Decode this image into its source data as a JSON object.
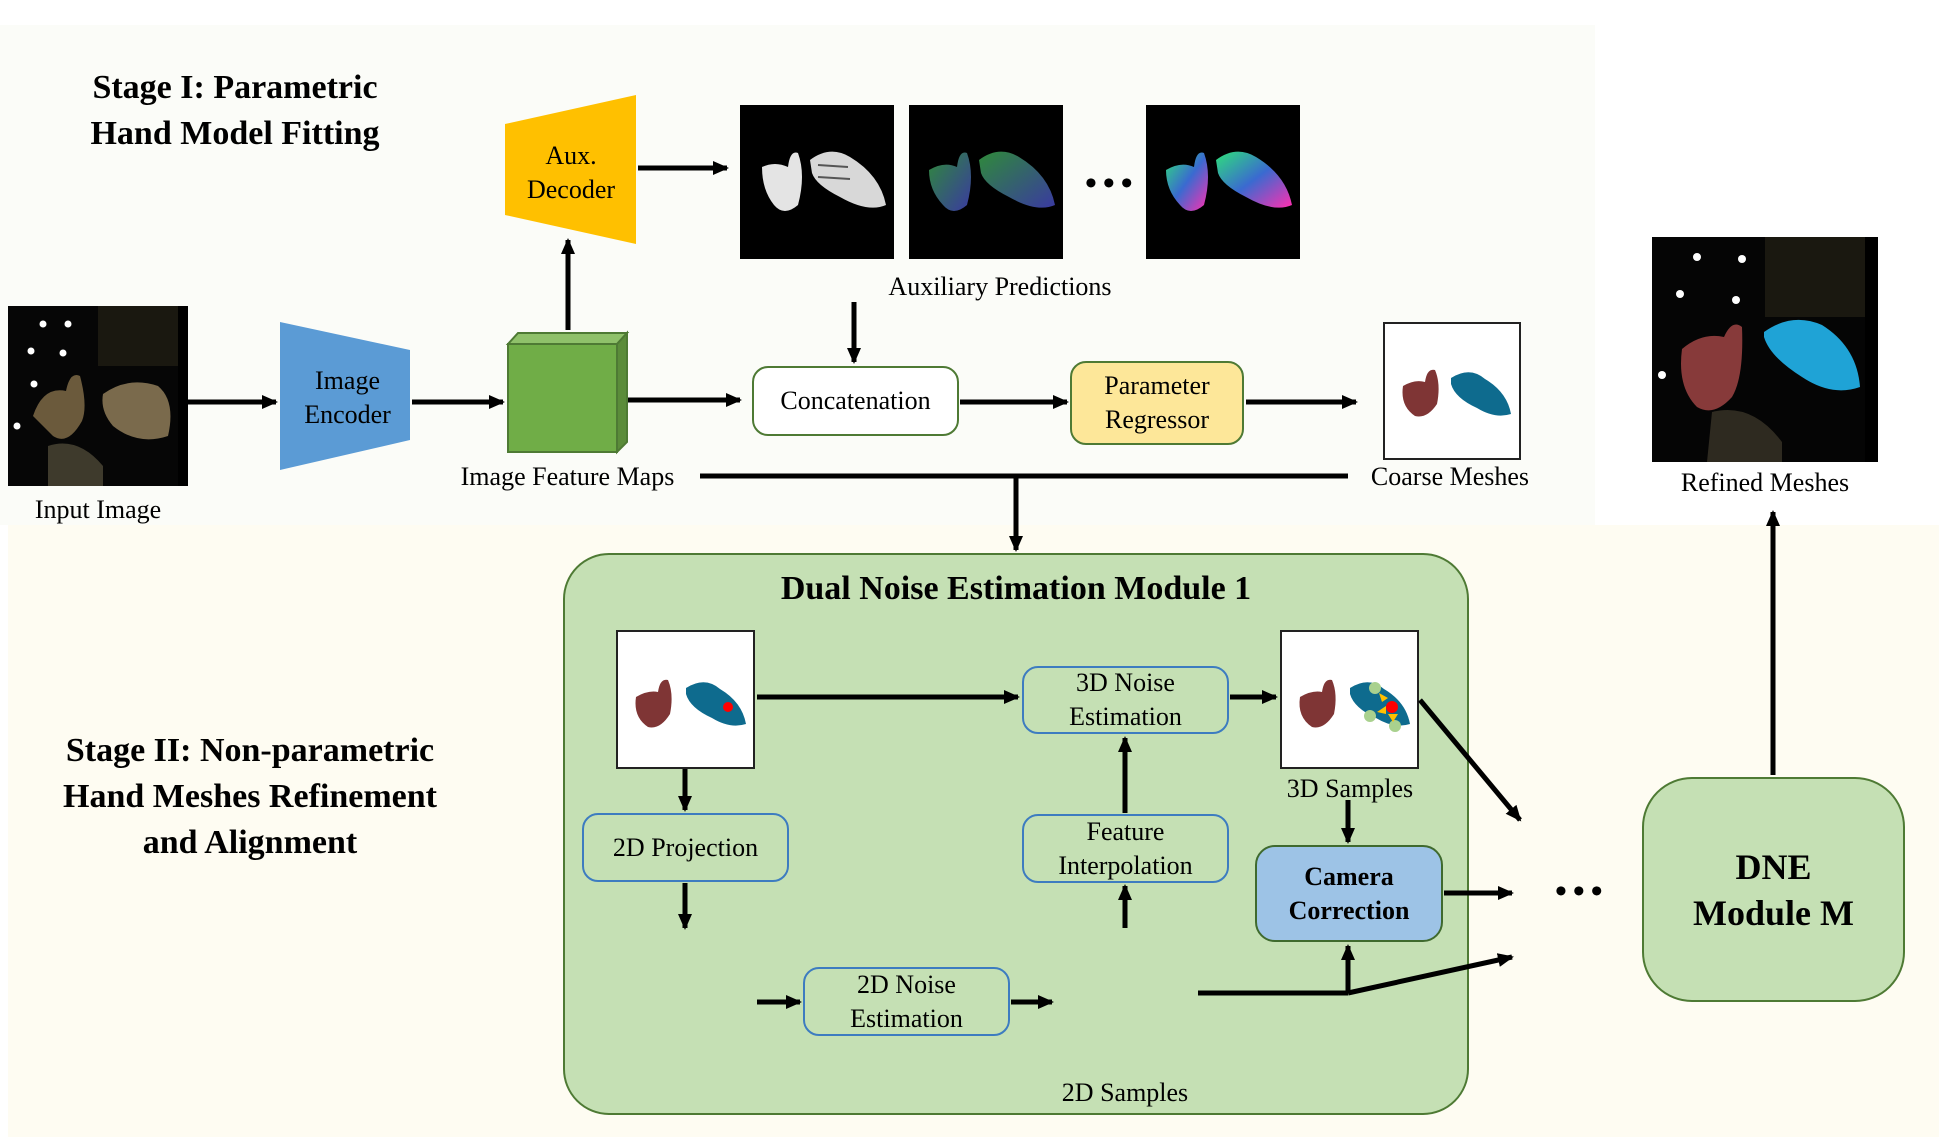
{
  "stage1": {
    "title": "Stage I: Parametric\nHand Model Fitting",
    "input_image_label": "Input Image",
    "image_encoder_label": "Image\nEncoder",
    "aux_decoder_label": "Aux.\nDecoder",
    "feature_maps_label": "Image Feature Maps",
    "auxiliary_predictions_label": "Auxiliary Predictions",
    "aux_ellipsis": "•••",
    "concatenation_label": "Concatenation",
    "parameter_regressor_label": "Parameter\nRegressor",
    "coarse_meshes_label": "Coarse Meshes",
    "refined_meshes_label": "Refined Meshes"
  },
  "stage2": {
    "title": "Stage II: Non-parametric\nHand Meshes Refinement\nand Alignment",
    "module_title": "Dual Noise Estimation Module 1",
    "noise3d_label": "3D Noise\nEstimation",
    "samples3d_label": "3D Samples",
    "projection2d_label": "2D Projection",
    "feature_interp_label": "Feature\nInterpolation",
    "camera_correction_label": "Camera\nCorrection",
    "noise2d_label": "2D Noise\nEstimation",
    "samples2d_label": "2D Samples",
    "module_ellipsis": "•••",
    "dne_m_label": "DNE\nModule M"
  },
  "colors": {
    "encoder_blue": "#5b9bd5",
    "decoder_orange": "#ffc000",
    "feature_green": "#70ad47",
    "module_green": "#c5e0b4",
    "regressor_yellow": "#fde799",
    "camera_blue": "#9dc3e6",
    "left_hand_mesh": "#7f3535",
    "right_hand_mesh": "#0e6b8e",
    "refined_right_hand": "#1fa3d6",
    "sample_point_red": "#ff0000",
    "sample_point_blue": "#4472c4",
    "sample_point_lightgreen": "#a9d18e",
    "noise_arrow_gold": "#ffc000"
  }
}
